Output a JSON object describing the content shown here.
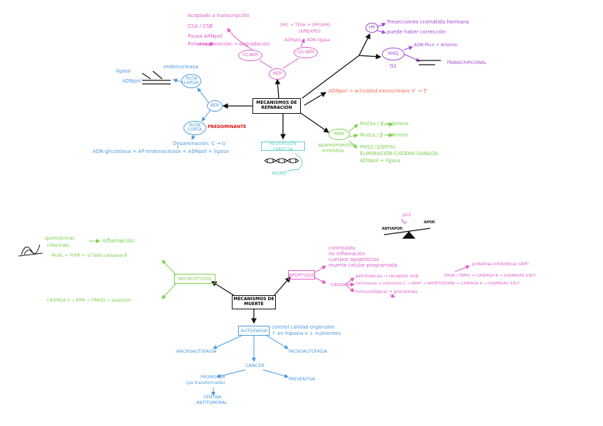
{
  "colors": {
    "pink": "#e05bc4",
    "purple": "#a148d8",
    "blue": "#4a9ae0",
    "green": "#7ccf4a",
    "salmon": "#ef6a5a",
    "teal": "#5fd1c9",
    "black": "#111111",
    "red": "#e01010"
  },
  "repair": {
    "central": [
      "MECANISMOS DE",
      "REPARACIÓN"
    ],
    "ner": {
      "label": "NER",
      "notes": [
        "Acoplado a transcripción",
        "CSA / CSB",
        "Pausa ARNpol",
        "Poliubiquitinación → degradación"
      ],
      "tc": "TC-NER",
      "gg": "GG-NER",
      "factors": [
        "XPC + TFIIH + XPF/XPG",
        "(XPB/XPD)",
        "ADNpol + ADN ligasa"
      ]
    },
    "hr": {
      "label": "HR",
      "notes": [
        "Tresecciones cromátida hermana",
        "puede haber corrección"
      ]
    },
    "nhej": {
      "label": "NHEJ",
      "g1": "G1",
      "notes": [
        "ADN-Pkcs + Artemis",
        "TRANSCRIPCIONAL"
      ]
    },
    "exo": "ADNpol → actividad exonucleasa 3' → 5'",
    "mmr": {
      "label": "MMR",
      "notes": [
        "MutSα / β → dímero",
        "MutLα / β → dímero",
        "PMS2 (CORTA)",
        "ELIMINACIÓN CADENA DAÑADA",
        "ADNpol + ligasa"
      ],
      "mismatch": [
        "apareamientos",
        "erróneos"
      ]
    },
    "direct": {
      "label": "REVERSIÓN DIRECTA",
      "mgmt": "MGMT"
    },
    "ber": {
      "label": "BER",
      "long": [
        "RUTA",
        "LARGA"
      ],
      "short": [
        "RUTA",
        "CORTA"
      ],
      "predominant": "PREDOMINANTE",
      "ligase": "ligasa",
      "adnpol": "ADNpol",
      "endo": "endonucleasa",
      "deamination": "Desaminación; C → U",
      "enzymes": "ADN glicosilasa + AP endonucleasa + ADNpol + ligasa"
    }
  },
  "death": {
    "central": [
      "MECANISMOS DE",
      "MUERTE"
    ],
    "necroptosis": {
      "label": "NECROPTOSIS",
      "chemo": [
        "quimiocinas",
        "citocinas"
      ],
      "inflam": "inflamación",
      "mlkl": "MLKL ← RIPK ← si falla caspasa 8",
      "casp": "CASPASA 3 → RIPA → TRADD → apoptosis"
    },
    "apoptosis": {
      "label": "APOPTOSIS",
      "notes": [
        "controlada",
        "no inflamación",
        "cuerpos apoptóticos",
        "muerte celular programada"
      ],
      "causes": "causas",
      "extrinsic": "extrínsecas → receptor m/b",
      "intrinsic": "intrínsecas → citocromo C → APAF → APOPTOSOMA → CASPASA 9 → CASPASAS 3/6/7",
      "immuno": "inmunológica → granzimas",
      "iap": "proteínas inhibidoras (IAP)",
      "fas": "(FASR / TNFR) → CASPASA 8 → CASPASAS 3/6/7",
      "p53": "p53",
      "anti": "ANTIAPOP.",
      "apop": "APOP."
    },
    "autophagy": {
      "label": "AUTOFAGIA",
      "notes": [
        "control calidad orgánulos",
        "↑ en hipoxia o ↓ nutrientes"
      ],
      "macro": "MACROAUTOFAGIA",
      "micro": "MICROAUTOFAGIA",
      "cancer": "CÁNCER",
      "promo": [
        "PROMOTOR",
        "(ya transformada)"
      ],
      "venta": [
        "VENTAJA",
        "ANTITUMORAL"
      ],
      "preven": "PREVENTIVA"
    }
  }
}
